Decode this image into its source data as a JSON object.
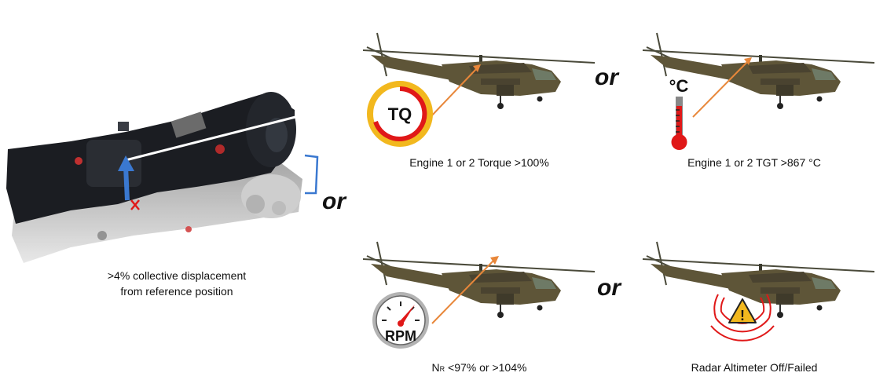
{
  "captions": {
    "collective_line1": ">4% collective displacement",
    "collective_line2": "from reference position",
    "torque": "Engine 1 or 2 Torque >100%",
    "tgt": "Engine 1 or 2 TGT >867 °C",
    "nr_prefix": "N",
    "nr_sub": "R",
    "nr_rest": " <97% or >104%",
    "radalt": "Radar Altimeter Off/Failed"
  },
  "or_labels": [
    "or",
    "or",
    "or"
  ],
  "icons": {
    "torque": "TQ",
    "temperature_unit": "°C",
    "rpm": "RPM"
  },
  "colors": {
    "helicopter": "#5e5538",
    "leader_line": "#e8873a",
    "alert_red": "#e01818",
    "gauge_yellow": "#f2b81e",
    "arrow_blue": "#3a78d0"
  }
}
